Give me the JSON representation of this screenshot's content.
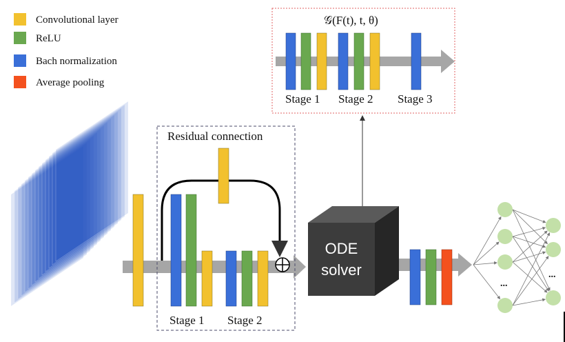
{
  "legend": {
    "items": [
      {
        "label": "Convolutional layer",
        "color": "#F2C12E"
      },
      {
        "label": "ReLU",
        "color": "#6AA84F"
      },
      {
        "label": "Bach normalization",
        "color": "#3A6FD8"
      },
      {
        "label": "Average pooling",
        "color": "#F4511E"
      }
    ]
  },
  "residual_block": {
    "title": "Residual connection",
    "stage1_label": "Stage 1",
    "stage2_label": "Stage 2"
  },
  "ode_function_box": {
    "title": "𝒢(F(t), t, θ)",
    "stage1_label": "Stage 1",
    "stage2_label": "Stage 2",
    "stage3_label": "Stage 3"
  },
  "ode_solver": {
    "line1": "ODE",
    "line2": "solver"
  },
  "classifier": {
    "hidden_ellipsis": "...",
    "output_ellipsis": "..."
  },
  "colors": {
    "conv": "#F2C12E",
    "relu": "#6AA84F",
    "batchnorm": "#3A6FD8",
    "avgpool": "#F4511E",
    "arrow": "#A6A6A6",
    "node": "#C3E0A8",
    "input_stack": "#1F4FBF",
    "cube_front": "#3C3C3C",
    "cube_top": "#5A5A5A",
    "cube_side": "#262626"
  }
}
